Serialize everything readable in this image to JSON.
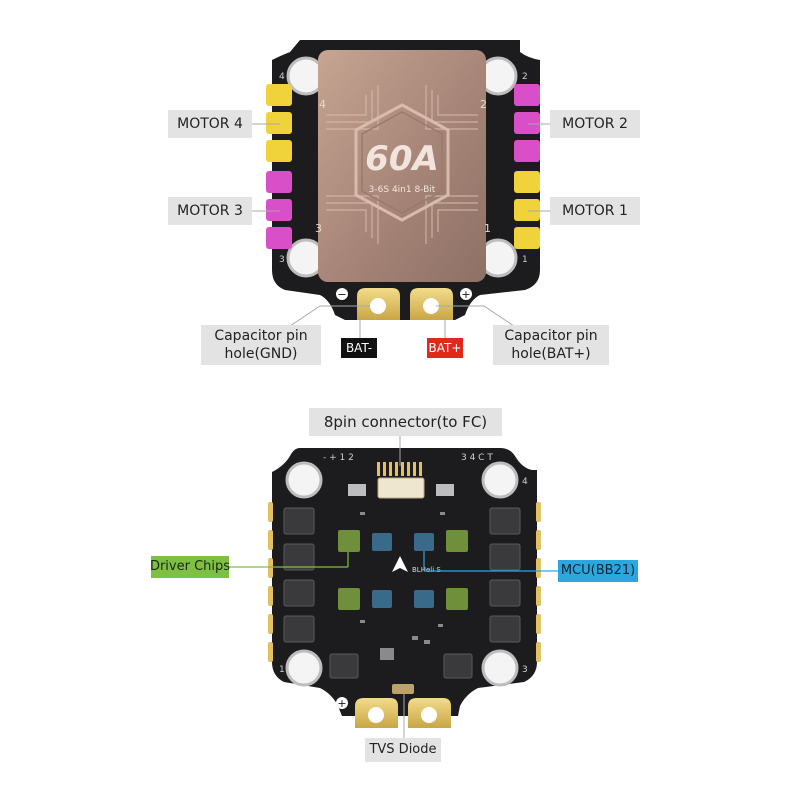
{
  "top_board": {
    "rating_big": "60A",
    "rating_sub": "3-6S 4in1 8-Bit",
    "corner_numbers": [
      "4",
      "2",
      "3",
      "1"
    ],
    "cap_numbers": [
      "4",
      "2",
      "3",
      "1"
    ],
    "minus_sign": "−",
    "plus_sign": "+"
  },
  "labels": {
    "motor4": "MOTOR 4",
    "motor2": "MOTOR 2",
    "motor3": "MOTOR 3",
    "motor1": "MOTOR 1",
    "cap_gnd": "Capacitor pin hole(GND)",
    "cap_bat": "Capacitor pin hole(BAT+)",
    "bat_minus": "BAT-",
    "bat_plus": "BAT+",
    "connector": "8pin connector(to FC)",
    "driver_chips": "Driver Chips",
    "mcu": "MCU(BB21)",
    "tvs": "TVS Diode"
  },
  "bottom_board": {
    "pin_left": "- + 1 2",
    "pin_right": "3 4 C T",
    "brand": "BLHeli S",
    "corner_numbers": [
      "4",
      "3",
      "1"
    ],
    "plus_sign": "+"
  },
  "colors": {
    "pcb": "#1c1c1e",
    "yellow_pad": "#f0d23a",
    "magenta_pad": "#d94fc7",
    "copper_cap": "#b08c78",
    "gold": "#e0c164",
    "driver_label": "#7ec043",
    "mcu_label": "#2aa7df",
    "bat_minus": "#111111",
    "bat_plus": "#e0281e"
  }
}
